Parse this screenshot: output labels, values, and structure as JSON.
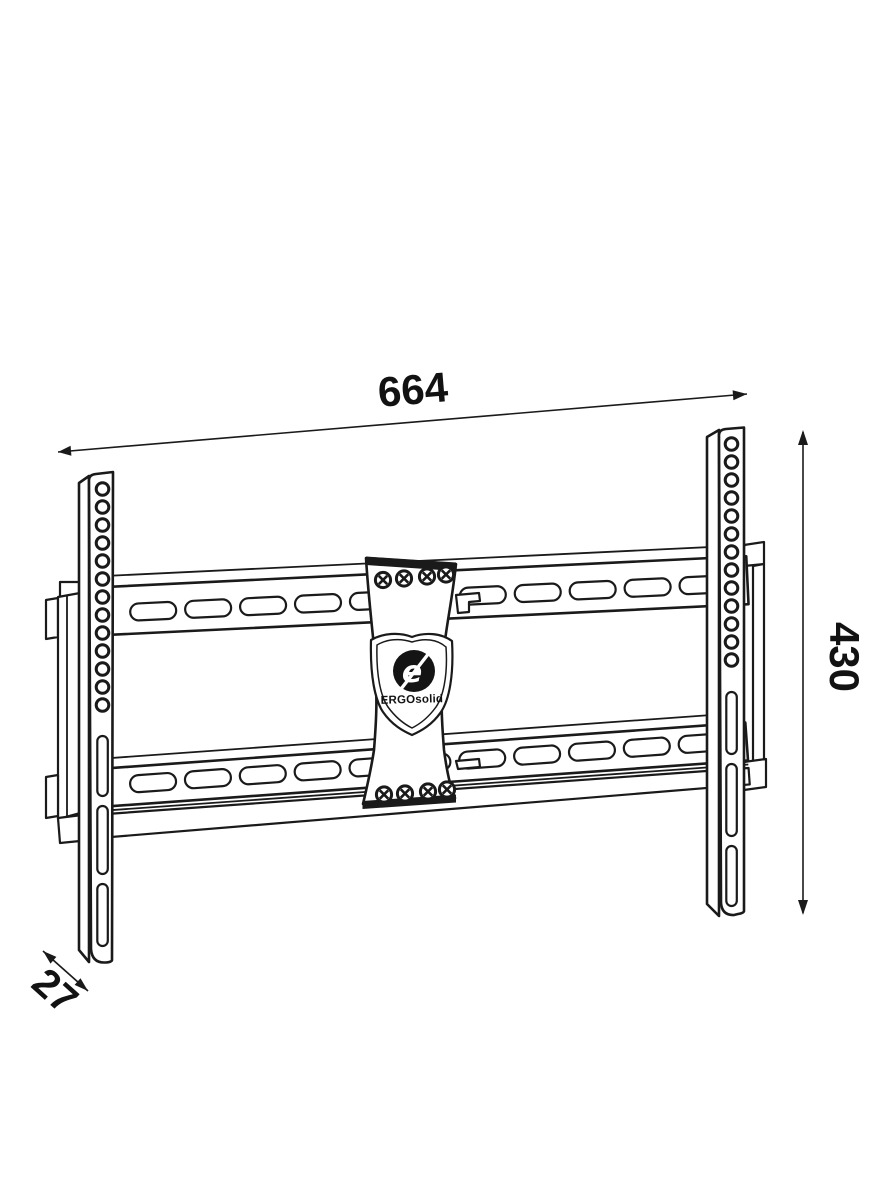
{
  "drawing": {
    "type": "technical-line-drawing",
    "subject": "TV wall mount bracket, perspective view",
    "dimensions": {
      "width_label": "664",
      "height_label": "430",
      "depth_label": "27"
    },
    "logo": {
      "brand": "ERGOsolid",
      "monogram": "e"
    },
    "colors": {
      "line": "#1a1a1a",
      "background": "#ffffff",
      "logo_badge": "#141414"
    }
  }
}
